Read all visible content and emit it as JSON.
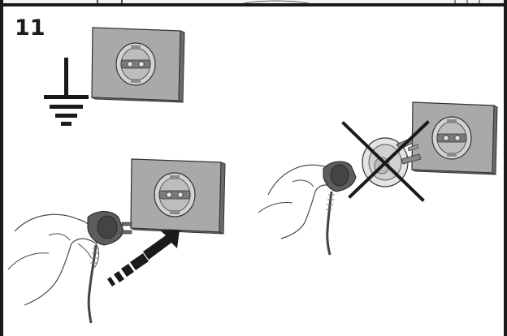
{
  "step": {
    "number": "11"
  },
  "colors": {
    "frame": "#1a1a1a",
    "socket_plate": "#a9a9a9",
    "socket_face": "#d0d0d0",
    "plug_body": "#5c5c5c",
    "hand_outline": "#4a4a4a",
    "cross": "#1a1a1a",
    "arrow": "#1a1a1a"
  },
  "illustrations": [
    {
      "name": "earth-ground-symbol"
    },
    {
      "name": "wall-socket-top"
    },
    {
      "name": "hand-inserting-plug"
    },
    {
      "name": "wall-socket-bottom-left"
    },
    {
      "name": "insert-direction-arrow"
    },
    {
      "name": "hand-with-adapter-plug"
    },
    {
      "name": "wall-socket-right"
    },
    {
      "name": "prohibited-cross"
    }
  ]
}
